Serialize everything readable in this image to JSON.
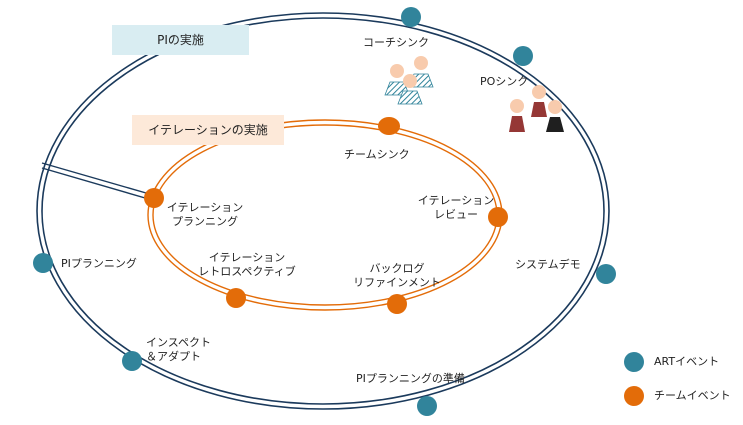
{
  "outer_cycle": {
    "title": "PIの実施",
    "color": "#1b3a5c",
    "banner_bg": "#d9edf2"
  },
  "inner_cycle": {
    "title": "イテレーションの実施",
    "color": "#e36c09",
    "banner_bg": "#fde9d9"
  },
  "events": {
    "coach_sync": "コーチシンク",
    "po_sync": "POシンク",
    "team_sync": "チームシンク",
    "iteration_planning": [
      "イテレーション",
      "プランニング"
    ],
    "iteration_review": [
      "イテレーション",
      "レビュー"
    ],
    "iteration_retro": [
      "イテレーション",
      "レトロスペクティブ"
    ],
    "backlog_refinement": [
      "バックログ",
      "リファインメント"
    ],
    "pi_planning": "PIプランニング",
    "system_demo": "システムデモ",
    "inspect_adapt": [
      "インスペクト",
      "＆アダプト"
    ],
    "pi_planning_prep": "PIプランニングの準備"
  },
  "legend": {
    "art_event": {
      "label": "ARTイベント",
      "color": "#31849b"
    },
    "team_event": {
      "label": "チームイベント",
      "color": "#e36c09"
    }
  },
  "people": {
    "coach_colors": [
      "#f8cbad",
      "#31849b"
    ],
    "po_colors": [
      "#f8cbad",
      "#953735",
      "#1f1f1f"
    ]
  },
  "icons": {
    "coach_group": "people-group-icon",
    "po_group": "people-group-icon"
  }
}
